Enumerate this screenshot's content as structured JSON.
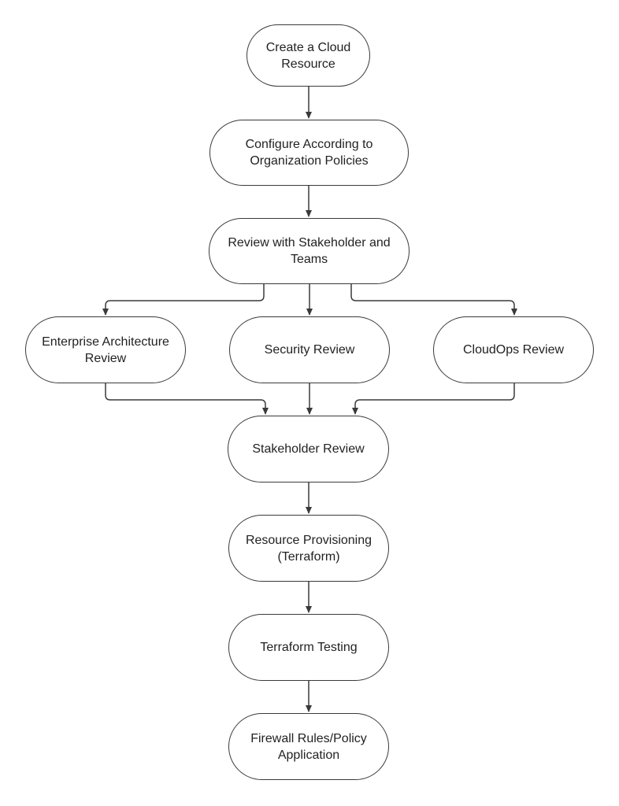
{
  "diagram": {
    "line_color": "#3a3a3a",
    "node_border_color": "#3a3a3a",
    "text_color": "#222222",
    "nodes": {
      "create": "Create a Cloud Resource",
      "configure": "Configure According to Organization Policies",
      "review": "Review with Stakeholder and Teams",
      "enterprise_architecture": "Enterprise Architecture Review",
      "security": "Security Review",
      "cloudops": "CloudOps Review",
      "stakeholder": "Stakeholder Review",
      "provisioning": "Resource Provisioning (Terraform)",
      "testing": "Terraform Testing",
      "firewall": "Firewall Rules/Policy Application"
    }
  }
}
